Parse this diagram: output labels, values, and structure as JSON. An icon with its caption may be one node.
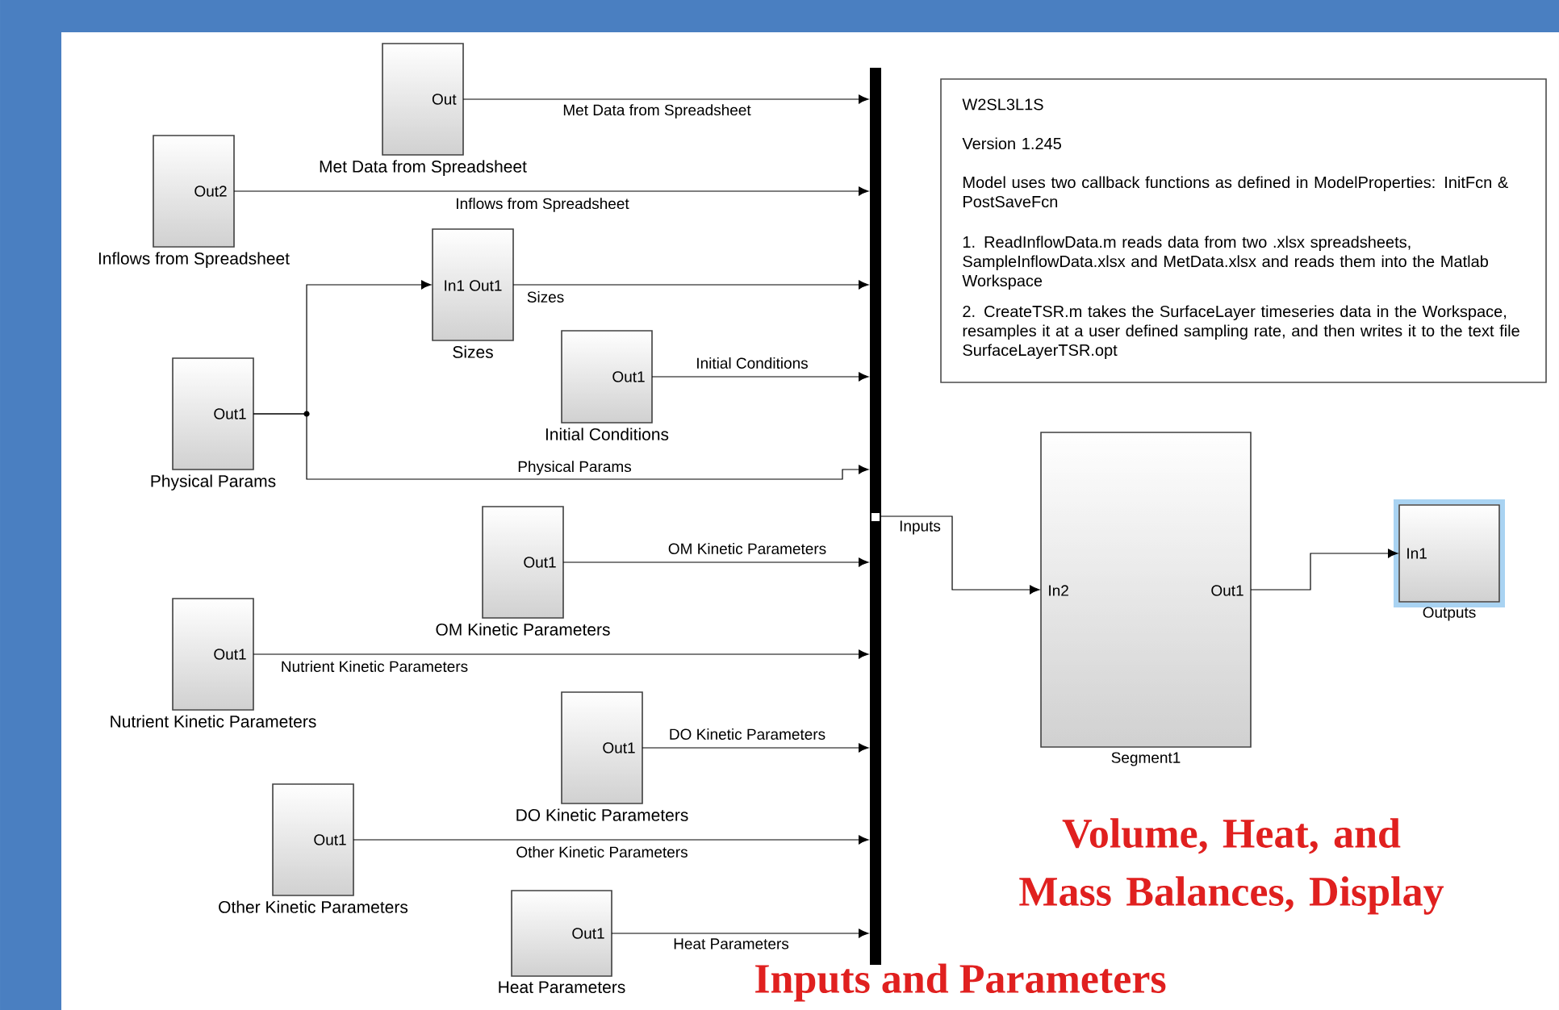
{
  "diagram": {
    "nodes": [
      {
        "text": [
          "Out",
          "Met Data from Spreadsheet"
        ]
      },
      {
        "text": [
          "Out2",
          "Inflows from Spreadsheet"
        ]
      },
      {
        "text": [
          "In1 Out1",
          "Sizes"
        ]
      },
      {
        "text": [
          "Out1",
          "Initial Conditions"
        ]
      },
      {
        "text": [
          "Out1",
          "Physical Params"
        ]
      },
      {
        "text": [
          "Out1",
          "OM Kinetic Parameters"
        ]
      },
      {
        "text": [
          "Out1",
          "Nutrient Kinetic Parameters"
        ]
      },
      {
        "text": [
          "Out1",
          "DO Kinetic Parameters"
        ]
      },
      {
        "text": [
          "Out1",
          "Other Kinetic Parameters"
        ]
      },
      {
        "text": [
          "Out1",
          "Heat Parameters"
        ]
      },
      {
        "text": [],
        "shape": "bar"
      },
      {
        "text": [
          "W2SL3L1S",
          "Version 1.245",
          "Model uses two callback functions as defined in ModelProperties: InitFcn & PostSaveFcn",
          "1. ReadInflowData.m reads data from two .xlsx spreadsheets, SampleInflowData.xlsx and MetData.xlsx and reads them into the Matlab Workspace",
          "2. CreateTSR.m takes the SurfaceLayer timeseries data in the Workspace, resamples it at a user defined sampling rate, and then writes it to the text file SurfaceLayerTSR.opt"
        ]
      },
      {
        "text": [
          "In2",
          "Out1",
          "Segment1"
        ]
      },
      {
        "text": [
          "In1",
          "Outputs"
        ]
      }
    ],
    "edges": [
      {
        "from": 0,
        "to": 10,
        "arrow": "to",
        "label": "Met Data from Spreadsheet"
      },
      {
        "from": 1,
        "to": 10,
        "arrow": "to",
        "label": "Inflows from Spreadsheet"
      },
      {
        "from": 4,
        "to": 2,
        "arrow": "to"
      },
      {
        "from": 2,
        "to": 10,
        "arrow": "to",
        "label": "Sizes"
      },
      {
        "from": 3,
        "to": 10,
        "arrow": "to",
        "label": "Initial Conditions"
      },
      {
        "from": 4,
        "to": 10,
        "arrow": "to",
        "label": "Physical Params"
      },
      {
        "from": 5,
        "to": 10,
        "arrow": "to",
        "label": "OM Kinetic Parameters"
      },
      {
        "from": 6,
        "to": 10,
        "arrow": "to",
        "label": "Nutrient Kinetic Parameters"
      },
      {
        "from": 7,
        "to": 10,
        "arrow": "to",
        "label": "DO Kinetic Parameters"
      },
      {
        "from": 8,
        "to": 10,
        "arrow": "to",
        "label": "Other Kinetic Parameters"
      },
      {
        "from": 9,
        "to": 10,
        "arrow": "to",
        "label": "Heat Parameters"
      },
      {
        "from": 10,
        "to": 12,
        "arrow": "to",
        "label": "Inputs"
      },
      {
        "from": 12,
        "to": 13,
        "arrow": "to"
      }
    ],
    "labels": [
      "Volume, Heat, and Mass Balances, Display",
      "Inputs and Parameters"
    ]
  }
}
